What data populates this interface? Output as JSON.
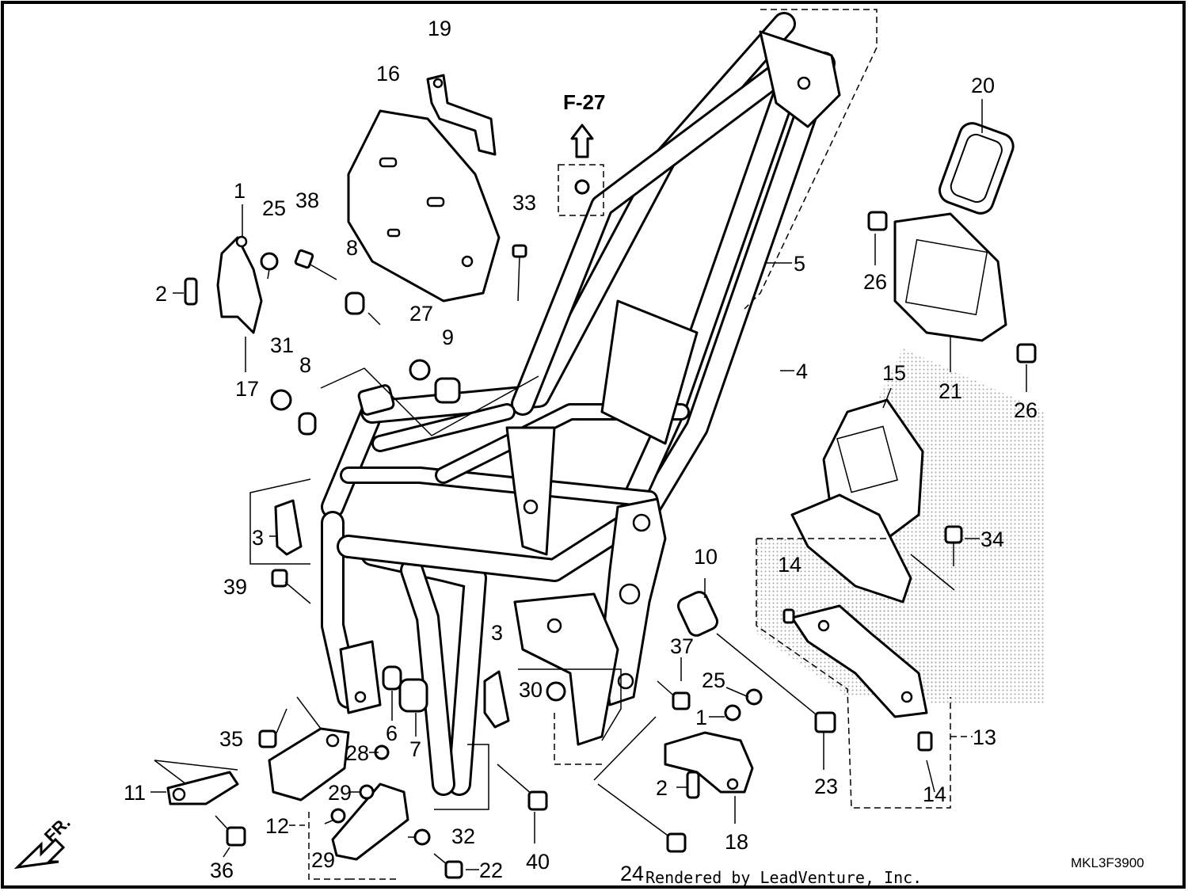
{
  "diagram": {
    "callouts": [
      {
        "id": "c1a",
        "text": "1"
      },
      {
        "id": "c2a",
        "text": "2"
      },
      {
        "id": "c3a",
        "text": "3"
      },
      {
        "id": "c3b",
        "text": "3"
      },
      {
        "id": "c4",
        "text": "4"
      },
      {
        "id": "c5",
        "text": "5"
      },
      {
        "id": "c6",
        "text": "6"
      },
      {
        "id": "c7",
        "text": "7"
      },
      {
        "id": "c8a",
        "text": "8"
      },
      {
        "id": "c8b",
        "text": "8"
      },
      {
        "id": "c9",
        "text": "9"
      },
      {
        "id": "c10",
        "text": "10"
      },
      {
        "id": "c11",
        "text": "11"
      },
      {
        "id": "c12",
        "text": "12"
      },
      {
        "id": "c13",
        "text": "13"
      },
      {
        "id": "c14a",
        "text": "14"
      },
      {
        "id": "c14b",
        "text": "14"
      },
      {
        "id": "c15",
        "text": "15"
      },
      {
        "id": "c16",
        "text": "16"
      },
      {
        "id": "c17",
        "text": "17"
      },
      {
        "id": "c18",
        "text": "18"
      },
      {
        "id": "c19",
        "text": "19"
      },
      {
        "id": "c20",
        "text": "20"
      },
      {
        "id": "c21",
        "text": "21"
      },
      {
        "id": "c22",
        "text": "22"
      },
      {
        "id": "c23",
        "text": "23"
      },
      {
        "id": "c24",
        "text": "24"
      },
      {
        "id": "c25a",
        "text": "25"
      },
      {
        "id": "c25b",
        "text": "25"
      },
      {
        "id": "c26a",
        "text": "26"
      },
      {
        "id": "c26b",
        "text": "26"
      },
      {
        "id": "c27",
        "text": "27"
      },
      {
        "id": "c28",
        "text": "28"
      },
      {
        "id": "c29a",
        "text": "29"
      },
      {
        "id": "c29b",
        "text": "29"
      },
      {
        "id": "c30",
        "text": "30"
      },
      {
        "id": "c31",
        "text": "31"
      },
      {
        "id": "c32",
        "text": "32"
      },
      {
        "id": "c33",
        "text": "33"
      },
      {
        "id": "c34",
        "text": "34"
      },
      {
        "id": "c35",
        "text": "35"
      },
      {
        "id": "c36",
        "text": "36"
      },
      {
        "id": "c37",
        "text": "37"
      },
      {
        "id": "c38",
        "text": "38"
      },
      {
        "id": "c39",
        "text": "39"
      },
      {
        "id": "c40",
        "text": "40"
      },
      {
        "id": "c1b",
        "text": "1"
      },
      {
        "id": "c2b",
        "text": "2"
      }
    ],
    "section_ref": "F-27",
    "front_indicator": "FR.",
    "drawing_code": "MKL3F3900",
    "credit": "Rendered by LeadVenture, Inc."
  }
}
